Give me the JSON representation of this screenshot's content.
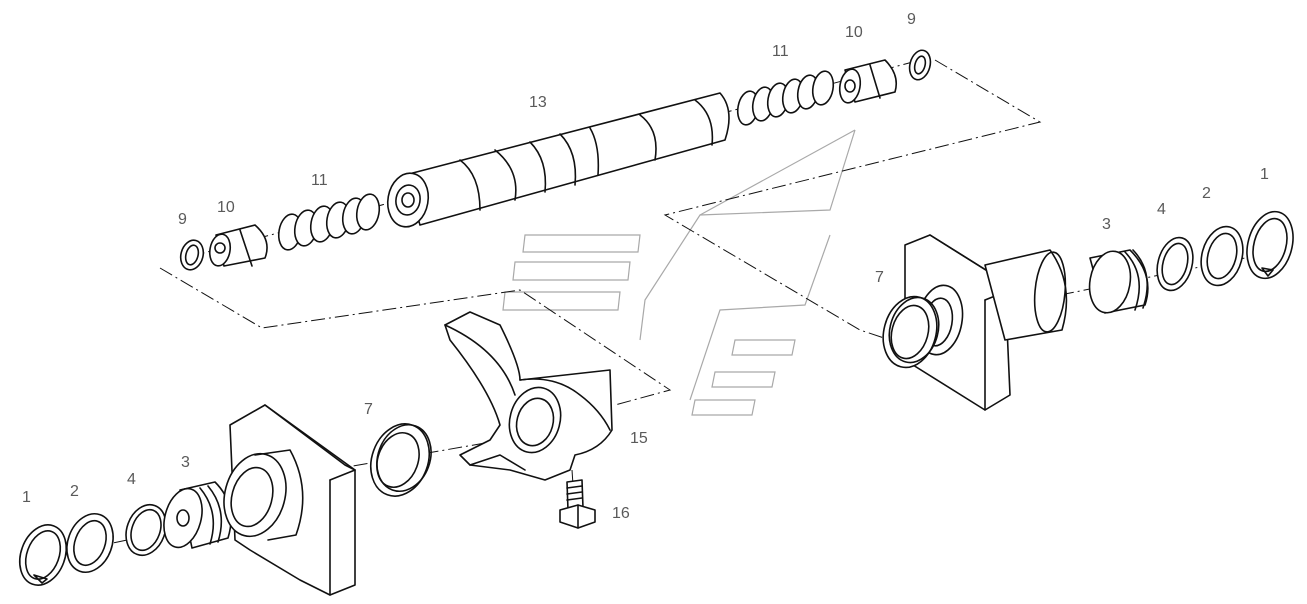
{
  "figure": {
    "labels": {
      "l1_left": "1",
      "l2_left": "2",
      "l4_left": "4",
      "l3_left": "3",
      "l7_left": "7",
      "l15": "15",
      "l16": "16",
      "l9_mid": "9",
      "l10_mid": "10",
      "l11_mid": "11",
      "l13": "13",
      "l11_top": "11",
      "l10_top": "10",
      "l9_top": "9",
      "l7_right": "7",
      "l3_right": "3",
      "l4_right": "4",
      "l2_right": "2",
      "l1_right": "1"
    },
    "ink_color": "#111111",
    "label_color": "#5a5a5a",
    "watermark_color": "#a9a9a9"
  }
}
